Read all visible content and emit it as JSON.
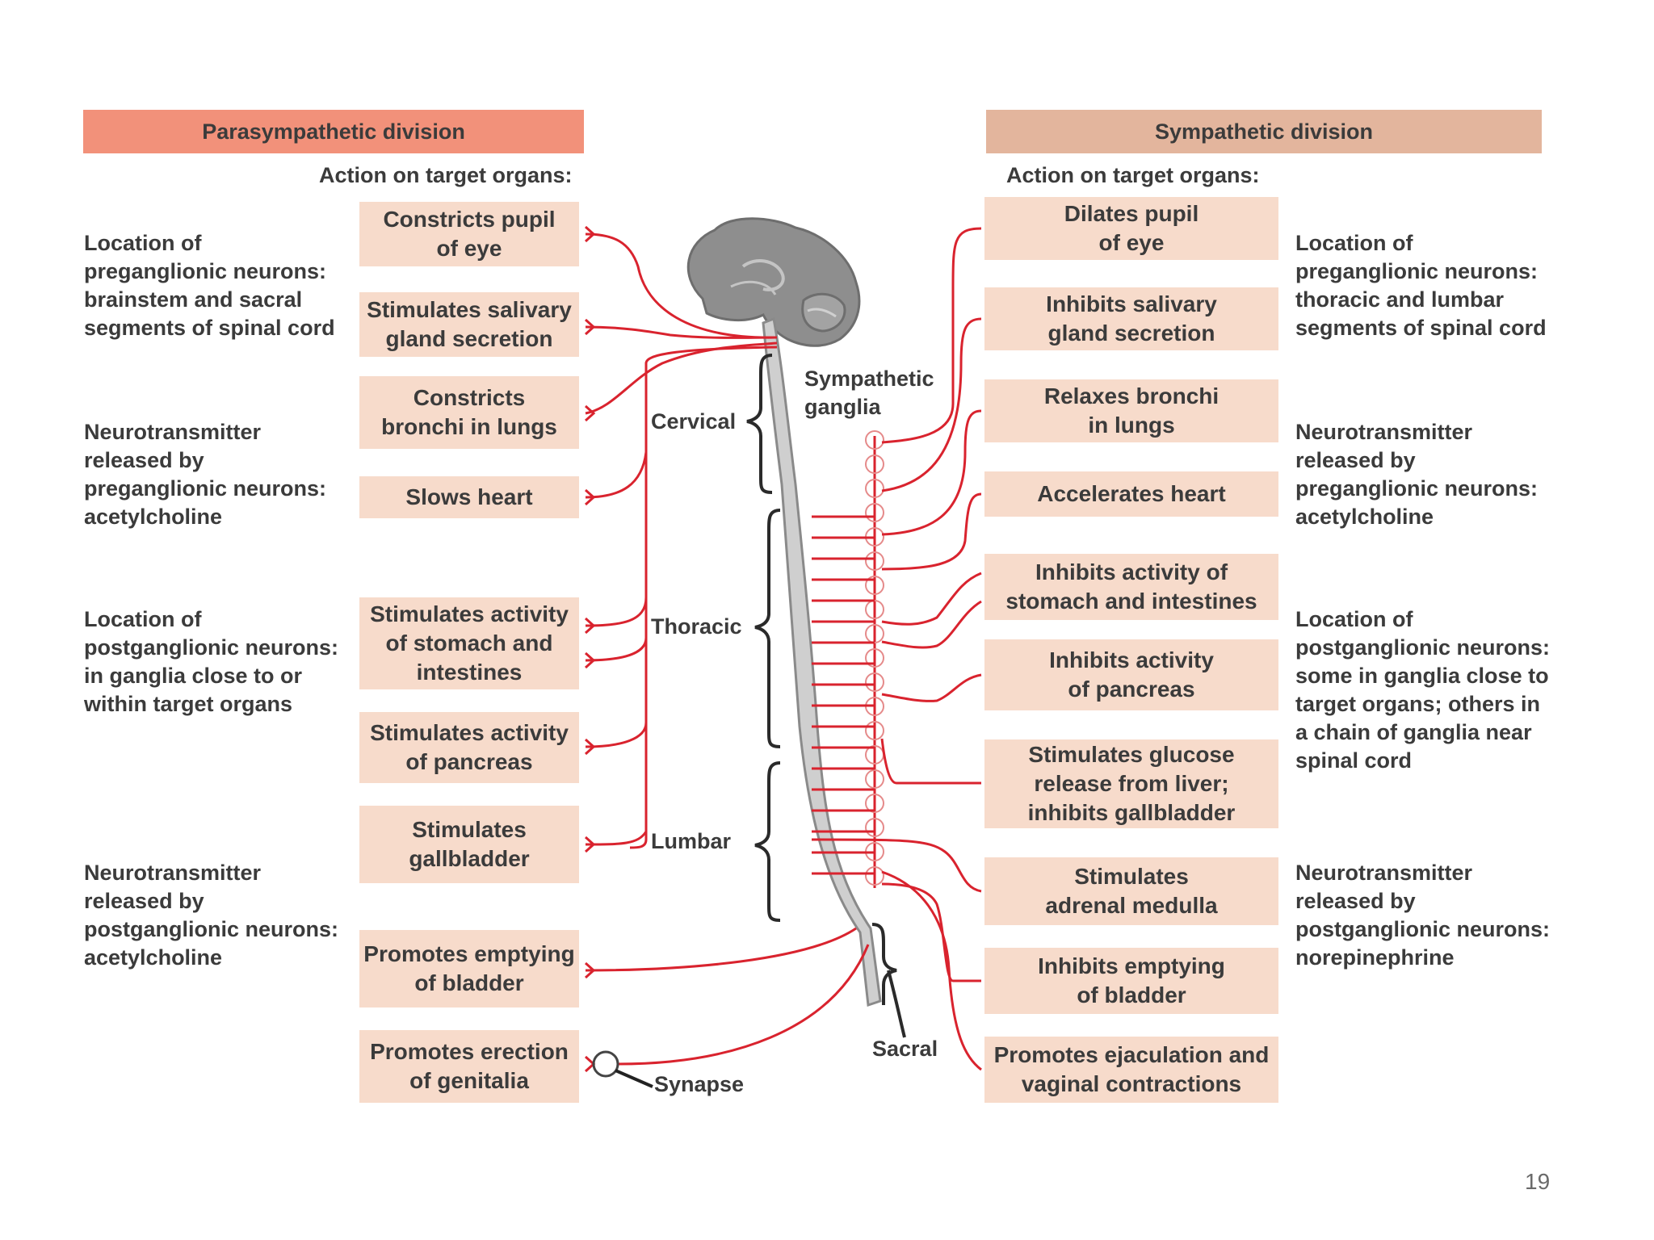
{
  "parasympathetic": {
    "header": "Parasympathetic division",
    "action_heading": "Action on target organs:",
    "organs": [
      "Constricts pupil\nof eye",
      "Stimulates salivary\ngland secretion",
      "Constricts\nbronchi in lungs",
      "Slows heart",
      "Stimulates activity\nof stomach and\nintestines",
      "Stimulates activity\nof pancreas",
      "Stimulates\ngallbladder",
      "Promotes emptying\nof bladder",
      "Promotes erection\nof genitalia"
    ],
    "info": [
      "Location of\npreganglionic neurons:\nbrainstem and sacral\nsegments of spinal cord",
      "Neurotransmitter\nreleased by\npreganglionic neurons:\nacetylcholine",
      "Location of\npostganglionic neurons:\nin ganglia close to or\nwithin target organs",
      "Neurotransmitter\nreleased by\npostganglionic neurons:\nacetylcholine"
    ]
  },
  "sympathetic": {
    "header": "Sympathetic division",
    "action_heading": "Action on target organs:",
    "organs": [
      "Dilates pupil\nof eye",
      "Inhibits salivary\ngland secretion",
      "Relaxes bronchi\nin lungs",
      "Accelerates heart",
      "Inhibits activity of\nstomach and intestines",
      "Inhibits activity\nof pancreas",
      "Stimulates glucose\nrelease from liver;\ninhibits gallbladder",
      "Stimulates\nadrenal medulla",
      "Inhibits emptying\nof bladder",
      "Promotes ejaculation and\nvaginal contractions"
    ],
    "info": [
      "Location of\npreganglionic neurons:\nthoracic and lumbar\nsegments of spinal cord",
      "Neurotransmitter\nreleased by\npreganglionic neurons:\nacetylcholine",
      "Location of\npostganglionic neurons:\nsome in ganglia close to\ntarget organs; others in\na chain of ganglia near\nspinal cord",
      "Neurotransmitter\nreleased by\npostganglionic neurons:\nnorepinephrine"
    ]
  },
  "spine_labels": {
    "ganglia": "Sympathetic\nganglia",
    "cervical": "Cervical",
    "thoracic": "Thoracic",
    "lumbar": "Lumbar",
    "sacral": "Sacral",
    "synapse": "Synapse"
  },
  "page_number": "19",
  "colors": {
    "nerve": "#d9232e",
    "para_header": "#f2917a",
    "symp_header": "#e3b59d",
    "organ_box": "#f7dbcb",
    "brain": "#8c8c8c",
    "cord": "#c8c8c8"
  }
}
